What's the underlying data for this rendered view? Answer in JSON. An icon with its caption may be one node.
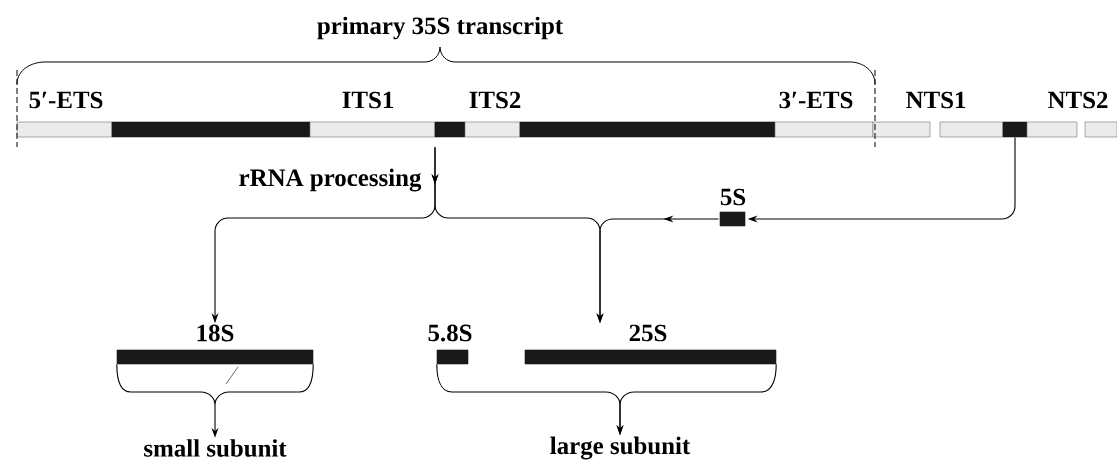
{
  "diagram": {
    "nodes": [
      {
        "text": [
          "primary 35S transcript"
        ]
      },
      {
        "text": [
          "5′-ETS"
        ],
        "in": 0
      },
      {
        "text": [],
        "shape": "bar",
        "in": 0
      },
      {
        "text": [
          "ITS1"
        ],
        "in": 0
      },
      {
        "text": [],
        "shape": "bar",
        "in": 0
      },
      {
        "text": [
          "ITS2"
        ],
        "in": 0
      },
      {
        "text": [],
        "shape": "bar",
        "in": 0
      },
      {
        "text": [
          "3′-ETS"
        ],
        "in": 0
      },
      {
        "text": [
          "NTS1"
        ]
      },
      {
        "text": [],
        "shape": "bar"
      },
      {
        "text": [
          "NTS2"
        ]
      },
      {
        "text": [
          "18S"
        ]
      },
      {
        "text": [
          "5.8S"
        ]
      },
      {
        "text": [
          "25S"
        ]
      },
      {
        "text": [
          "5S"
        ]
      },
      {
        "text": [
          "small subunit"
        ]
      },
      {
        "text": [
          "large subunit"
        ]
      }
    ],
    "edges": [
      {
        "from": 0,
        "to": 11,
        "arrow": "to",
        "label": "rRNA processing"
      },
      {
        "from": 0,
        "to": 13,
        "arrow": "to"
      },
      {
        "from": 9,
        "to": 14,
        "arrow": "to"
      },
      {
        "from": 14,
        "to": 13,
        "arrow": "to"
      },
      {
        "from": 11,
        "to": 15,
        "arrow": "to"
      },
      {
        "from": 12,
        "to": 16,
        "arrow": "to"
      },
      {
        "from": 13,
        "to": 16,
        "arrow": "to"
      }
    ]
  }
}
